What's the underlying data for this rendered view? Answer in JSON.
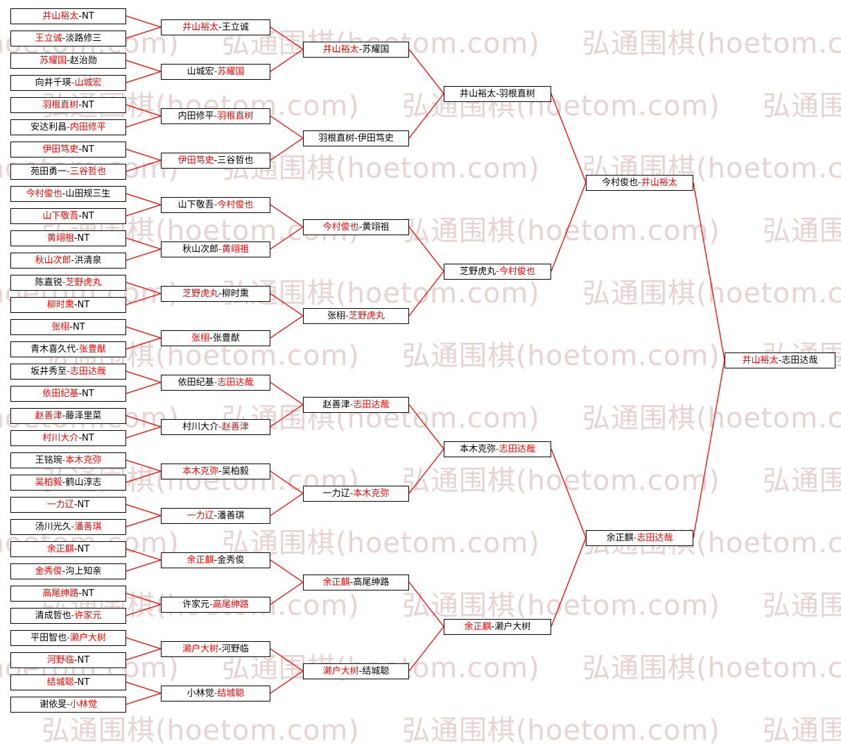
{
  "watermark": {
    "text": "弘通围棋(hoetom.com)",
    "color": "#e8d3d3"
  },
  "colors": {
    "winner_text": "#ff0000",
    "player_text": "#000000",
    "connector": "#ff0000",
    "box_border": "#000000",
    "box_background": "#ffffff",
    "page_background": "#ffffff"
  },
  "bracket": {
    "separator": "-",
    "rounds": [
      {
        "name": "round1",
        "matches": [
          {
            "p1": "井山裕太",
            "p2": "NT",
            "w": 1
          },
          {
            "p1": "王立诚",
            "p2": "淡路修三",
            "w": 1
          },
          {
            "p1": "苏耀国",
            "p2": "赵治勋",
            "w": 1
          },
          {
            "p1": "向井千瑛",
            "p2": "山城宏",
            "w": 2
          },
          {
            "p1": "羽根直树",
            "p2": "NT",
            "w": 1
          },
          {
            "p1": "安达利昌",
            "p2": "内田修平",
            "w": 2
          },
          {
            "p1": "伊田笃史",
            "p2": "NT",
            "w": 1
          },
          {
            "p1": "苑田勇一",
            "p2": "三谷哲也",
            "w": 2
          },
          {
            "p1": "今村俊也",
            "p2": "山田规三生",
            "w": 1
          },
          {
            "p1": "山下敬吾",
            "p2": "NT",
            "w": 1
          },
          {
            "p1": "黄翊祖",
            "p2": "NT",
            "w": 1
          },
          {
            "p1": "秋山次郎",
            "p2": "洪清泉",
            "w": 1
          },
          {
            "p1": "陈嘉锐",
            "p2": "芝野虎丸",
            "w": 2
          },
          {
            "p1": "柳时熏",
            "p2": "NT",
            "w": 1
          },
          {
            "p1": "张栩",
            "p2": "NT",
            "w": 1
          },
          {
            "p1": "青木喜久代",
            "p2": "张豊猷",
            "w": 2
          },
          {
            "p1": "坂井秀至",
            "p2": "志田达哉",
            "w": 2
          },
          {
            "p1": "依田纪基",
            "p2": "NT",
            "w": 1
          },
          {
            "p1": "赵善津",
            "p2": "藤泽里菜",
            "w": 1
          },
          {
            "p1": "村川大介",
            "p2": "NT",
            "w": 1
          },
          {
            "p1": "王铭琬",
            "p2": "本木克弥",
            "w": 2
          },
          {
            "p1": "吴柏毅",
            "p2": "鹤山淳志",
            "w": 1
          },
          {
            "p1": "一力辽",
            "p2": "NT",
            "w": 1
          },
          {
            "p1": "汤川光久",
            "p2": "潘善琪",
            "w": 2
          },
          {
            "p1": "余正麒",
            "p2": "NT",
            "w": 1
          },
          {
            "p1": "金秀俊",
            "p2": "沟上知亲",
            "w": 1
          },
          {
            "p1": "高尾绅路",
            "p2": "NT",
            "w": 1
          },
          {
            "p1": "清成哲也",
            "p2": "许家元",
            "w": 2
          },
          {
            "p1": "平田智也",
            "p2": "濑户大树",
            "w": 2
          },
          {
            "p1": "河野临",
            "p2": "NT",
            "w": 1
          },
          {
            "p1": "结城聪",
            "p2": "NT",
            "w": 1
          },
          {
            "p1": "谢依旻",
            "p2": "小林觉",
            "w": 2
          }
        ]
      },
      {
        "name": "round2",
        "matches": [
          {
            "p1": "井山裕太",
            "p2": "王立诚",
            "w": 1
          },
          {
            "p1": "山城宏",
            "p2": "苏耀国",
            "w": 2
          },
          {
            "p1": "内田修平",
            "p2": "羽根直树",
            "w": 2
          },
          {
            "p1": "伊田笃史",
            "p2": "三谷哲也",
            "w": 1
          },
          {
            "p1": "山下敬吾",
            "p2": "今村俊也",
            "w": 2
          },
          {
            "p1": "秋山次郎",
            "p2": "黄翊祖",
            "w": 2
          },
          {
            "p1": "芝野虎丸",
            "p2": "柳时熏",
            "w": 1
          },
          {
            "p1": "张栩",
            "p2": "张豊猷",
            "w": 1
          },
          {
            "p1": "依田纪基",
            "p2": "志田达哉",
            "w": 2
          },
          {
            "p1": "村川大介",
            "p2": "赵善津",
            "w": 2
          },
          {
            "p1": "本木克弥",
            "p2": "吴柏毅",
            "w": 1
          },
          {
            "p1": "一力辽",
            "p2": "潘善琪",
            "w": 1
          },
          {
            "p1": "余正麒",
            "p2": "金秀俊",
            "w": 1
          },
          {
            "p1": "许家元",
            "p2": "高尾绅路",
            "w": 2
          },
          {
            "p1": "濑户大树",
            "p2": "河野临",
            "w": 1
          },
          {
            "p1": "小林觉",
            "p2": "结城聪",
            "w": 2
          }
        ]
      },
      {
        "name": "round3",
        "matches": [
          {
            "p1": "井山裕太",
            "p2": "苏耀国",
            "w": 1
          },
          {
            "p1": "羽根直树",
            "p2": "伊田笃史",
            "w": 0
          },
          {
            "p1": "今村俊也",
            "p2": "黄翊祖",
            "w": 1
          },
          {
            "p1": "张栩",
            "p2": "芝野虎丸",
            "w": 2
          },
          {
            "p1": "赵善津",
            "p2": "志田达哉",
            "w": 2
          },
          {
            "p1": "一力辽",
            "p2": "本木克弥",
            "w": 2
          },
          {
            "p1": "余正麒",
            "p2": "高尾绅路",
            "w": 1
          },
          {
            "p1": "濑户大树",
            "p2": "结城聪",
            "w": 1
          }
        ]
      },
      {
        "name": "quarterfinal",
        "matches": [
          {
            "p1": "井山裕太",
            "p2": "羽根直树",
            "w": 0
          },
          {
            "p1": "芝野虎丸",
            "p2": "今村俊也",
            "w": 2
          },
          {
            "p1": "本木克弥",
            "p2": "志田达哉",
            "w": 2
          },
          {
            "p1": "余正麒",
            "p2": "濑户大树",
            "w": 1
          }
        ]
      },
      {
        "name": "semifinal",
        "matches": [
          {
            "p1": "今村俊也",
            "p2": "井山裕太",
            "w": 2
          },
          {
            "p1": "余正麒",
            "p2": "志田达哉",
            "w": 2
          }
        ]
      },
      {
        "name": "final",
        "matches": [
          {
            "p1": "井山裕太",
            "p2": "志田达哉",
            "w": 1
          }
        ]
      }
    ]
  }
}
